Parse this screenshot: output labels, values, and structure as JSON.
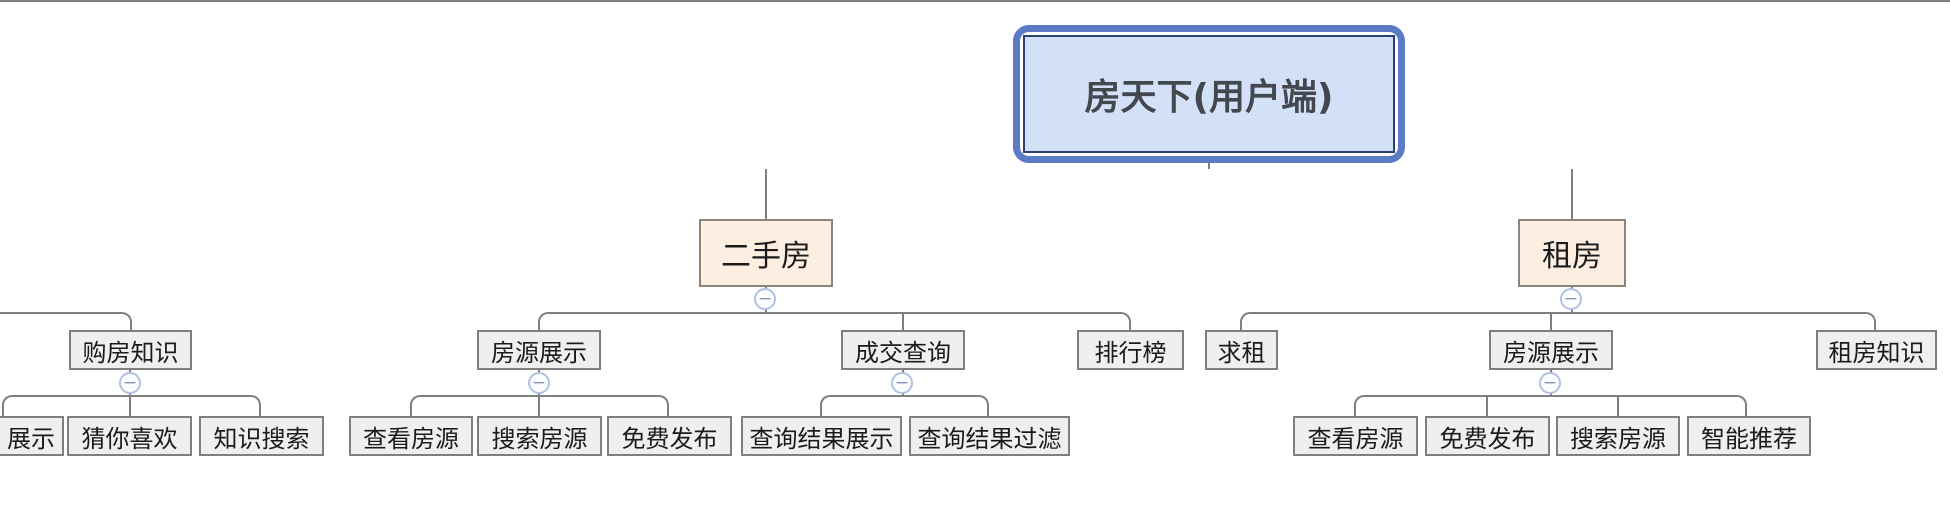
{
  "nodes": {
    "root": "房天下(用户端)",
    "second_hand": "二手房",
    "renting": "租房",
    "buy_knowledge": "购房知识",
    "listing_display_left": "房源展示",
    "deal_query": "成交查询",
    "ranking": "排行榜",
    "rent_seek": "求租",
    "listing_display_right": "房源展示",
    "rent_knowledge": "租房知识",
    "display_cut": "展示",
    "guess_you_like": "猜你喜欢",
    "knowledge_search": "知识搜索",
    "view_listing_left": "查看房源",
    "search_listing_left": "搜索房源",
    "free_publish_left": "免费发布",
    "query_result_display": "查询结果展示",
    "query_result_filter": "查询结果过滤",
    "view_listing_right": "查看房源",
    "free_publish_right": "免费发布",
    "search_listing_right": "搜索房源",
    "smart_recommend": "智能推荐"
  },
  "collapse_glyph": "−",
  "colors": {
    "root_fill": "#d3e1f8",
    "root_outer_border": "#5b7cc4",
    "root_inner_border": "#2c4170",
    "branch_fill": "#fcefe2",
    "branch_border": "#8d8478",
    "node_fill": "#efefef",
    "node_border": "#7f7f7f",
    "connector_line": "#7f7f7f",
    "collapse_ring": "#b0c2e2",
    "collapse_glyph_color": "#8496b6"
  }
}
